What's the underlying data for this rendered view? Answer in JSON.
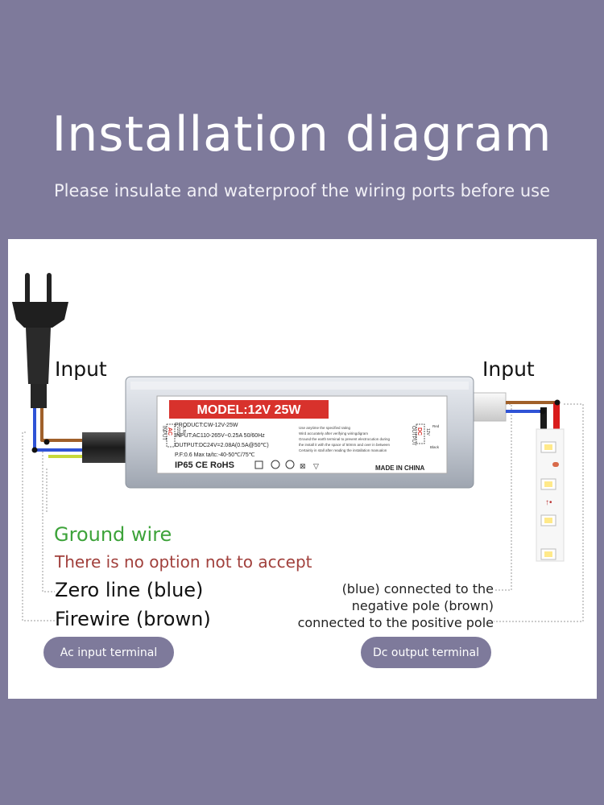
{
  "header": {
    "title": "Installation diagram",
    "subtitle": "Please insulate and waterproof the wiring ports before use"
  },
  "labels": {
    "input_left": "Input",
    "input_right": "Input",
    "ground_wire": "Ground wire",
    "no_option": "There is no option not to accept",
    "zero_line": "Zero line (blue)",
    "firewire": "Firewire (brown)",
    "right_line1": "(blue) connected to the",
    "right_line2": "negative pole (brown)",
    "right_line3": "connected to the positive pole",
    "ac_terminal": "Ac input terminal",
    "dc_terminal": "Dc output terminal"
  },
  "device": {
    "model": "MODEL:12V 25W",
    "product": "PRODUCT:CW-12V-25W",
    "input": "INPUT:AC110-265V~0.25A 50/60Hz",
    "output": "OUTPUT:DC24V=2.08A(0.5A@50℃)",
    "pf": "P.F:0.6 Max ta/tc:-40-50℃/75℃",
    "ip": "IP65 CE RoHS",
    "made_in": "MADE IN CHINA",
    "input_side_label": "INPUT",
    "ac_label": "AC",
    "v220_label": "220V",
    "ln_label": "L    N",
    "output_side_label": "OUTPUT",
    "dc_label": "DC",
    "v12_label": "12V",
    "red_label": "Red",
    "black_label": "Black",
    "notes": [
      "Use anytime the specified rating",
      "Wird accurately after verifying wiringdigram",
      "Ground the earth terminal to prevent electrocution during",
      "the install it with the space of 50mm and over in between",
      "Certainly in stall after reading the installation manualon"
    ]
  },
  "colors": {
    "background": "#7e7a9b",
    "ground": "#3da33a",
    "brown_wire": "#a0602a",
    "blue_wire": "#2f53d6",
    "red_wire": "#e01a1a",
    "model_banner": "#d8322c"
  }
}
